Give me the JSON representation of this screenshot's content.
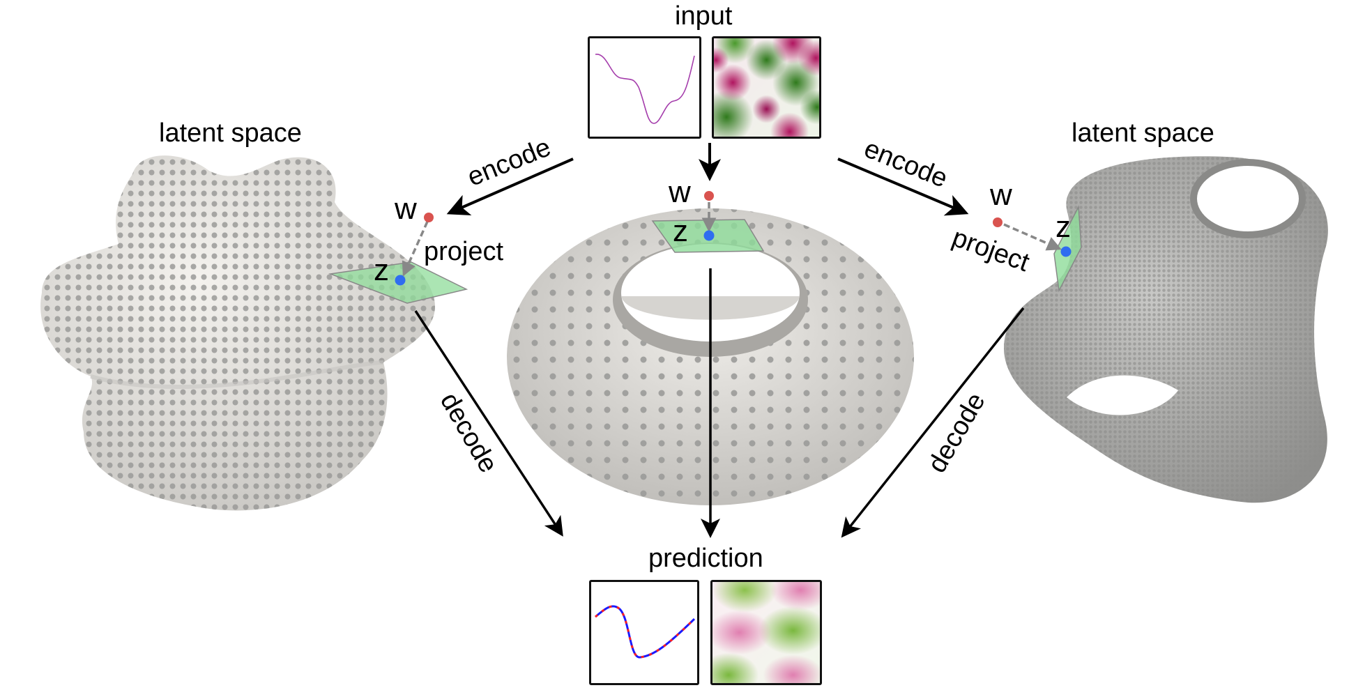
{
  "center": {
    "input_label": "input",
    "prediction_label": "prediction",
    "w_label": "w",
    "z_label": "z"
  },
  "left": {
    "title": "latent space",
    "encode_label": "encode",
    "project_label": "project",
    "decode_label": "decode",
    "w_label": "w",
    "z_label": "z"
  },
  "right": {
    "title": "latent space",
    "encode_label": "encode",
    "project_label": "project",
    "decode_label": "decode",
    "w_label": "w",
    "z_label": "z"
  },
  "colors": {
    "w_point": "#d9534f",
    "z_point": "#2f6df0",
    "tangent_plane": "#8fdc9a",
    "input_curve": "#a43cab",
    "pred_curve_a": "#1a1aff",
    "pred_curve_b": "#ff2020"
  }
}
